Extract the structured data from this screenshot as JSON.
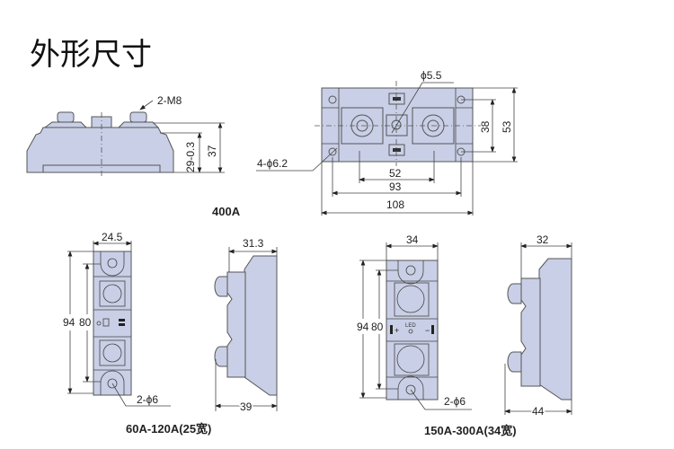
{
  "title": "外形尺寸",
  "colors": {
    "body": "#c9cfe6",
    "outline": "#555555"
  },
  "model_400a": {
    "label": "400A",
    "side_view": {
      "terminal_label": "2-M8",
      "dim_height_base": "29-0.3",
      "dim_height_total": "37"
    },
    "top_view": {
      "hole_center": "ϕ5.5",
      "mount_holes": "4-ϕ6.2",
      "dim_38": "38",
      "dim_53": "53",
      "dim_52": "52",
      "dim_93": "93",
      "dim_108": "108"
    }
  },
  "model_60_120": {
    "label": "60A-120A(25宽)",
    "dim_width": "24.5",
    "dim_94": "94",
    "dim_80": "80",
    "holes": "2-ϕ6",
    "side_dim_top": "31.3",
    "side_dim_bottom": "39"
  },
  "model_150_300": {
    "label": "150A-300A(34宽)",
    "dim_width": "34",
    "dim_94": "94",
    "dim_80": "80",
    "holes": "2-ϕ6",
    "led": "LED",
    "side_dim_top": "32",
    "side_dim_bottom": "44"
  }
}
